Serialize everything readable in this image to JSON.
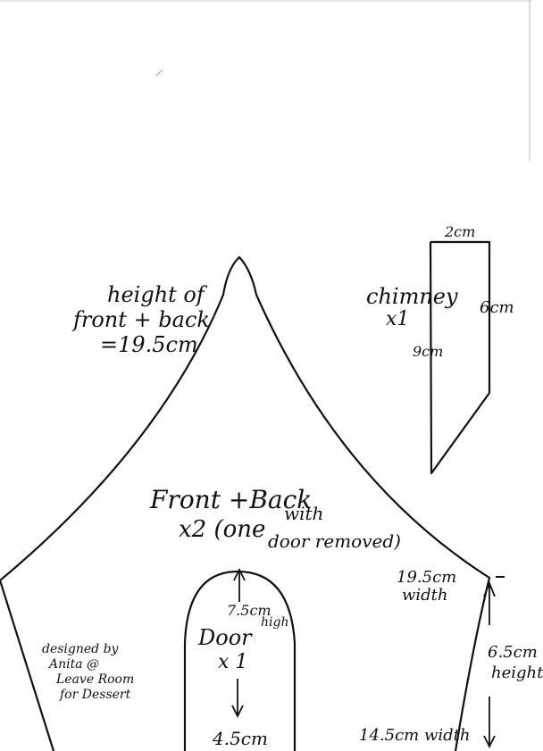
{
  "house": {
    "height_label_line1": "height of",
    "height_label_line2": "front + back",
    "height_label_line3": "=19.5cm",
    "title_line1": "Front +Back",
    "title_line2a": "x2 (one",
    "title_line2b": "with",
    "title_line3": "door removed)",
    "width_label_line1": "19.5cm",
    "width_label_line2": "width",
    "bottom_width_label": "14.5cm width",
    "side_height_line1": "6.5cm",
    "side_height_line2": "height"
  },
  "door": {
    "title_line1": "Door",
    "title_line2": "x 1",
    "height_label_line1": "7.5cm",
    "height_label_line2": "high",
    "width_label": "4.5cm"
  },
  "chimney": {
    "title_line1": "chimney",
    "title_line2": "x1",
    "top_label": "2cm",
    "right_label": "6cm",
    "left_label": "9cm"
  },
  "credit": {
    "line1": "designed by",
    "line2": "Anita @",
    "line3": "Leave Room",
    "line4": "for Dessert"
  },
  "colors": {
    "ink": "#111111",
    "paper": "#ffffff"
  }
}
